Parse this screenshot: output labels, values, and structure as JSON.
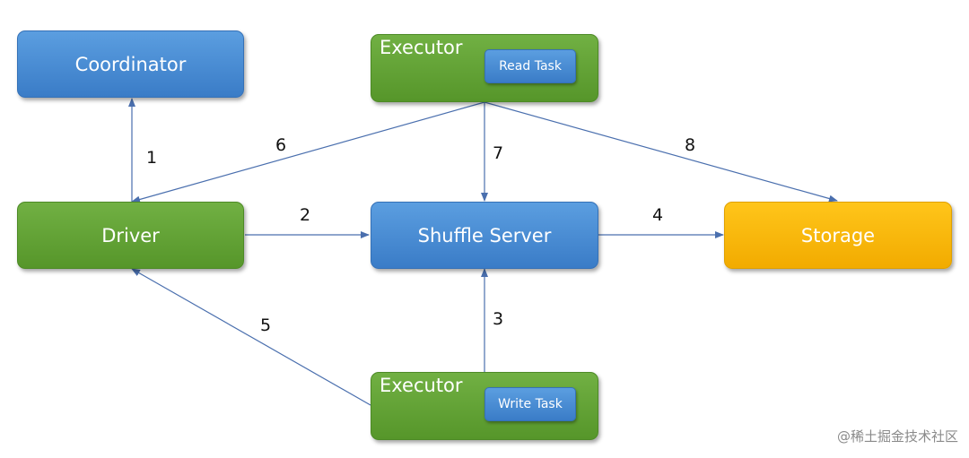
{
  "nodes": {
    "coordinator": "Coordinator",
    "executor_read": "Executor",
    "read_task": "Read Task",
    "driver": "Driver",
    "shuffle_server": "Shuffle Server",
    "storage": "Storage",
    "executor_write": "Executor",
    "write_task": "Write Task"
  },
  "edges": {
    "e1": "1",
    "e2": "2",
    "e3": "3",
    "e4": "4",
    "e5": "5",
    "e6": "6",
    "e7": "7",
    "e8": "8"
  },
  "colors": {
    "blue": "#4a8fd8",
    "green": "#62a535",
    "yellow": "#fbb810",
    "arrow": "#4a6fae"
  },
  "watermark": "@稀土掘金技术社区"
}
